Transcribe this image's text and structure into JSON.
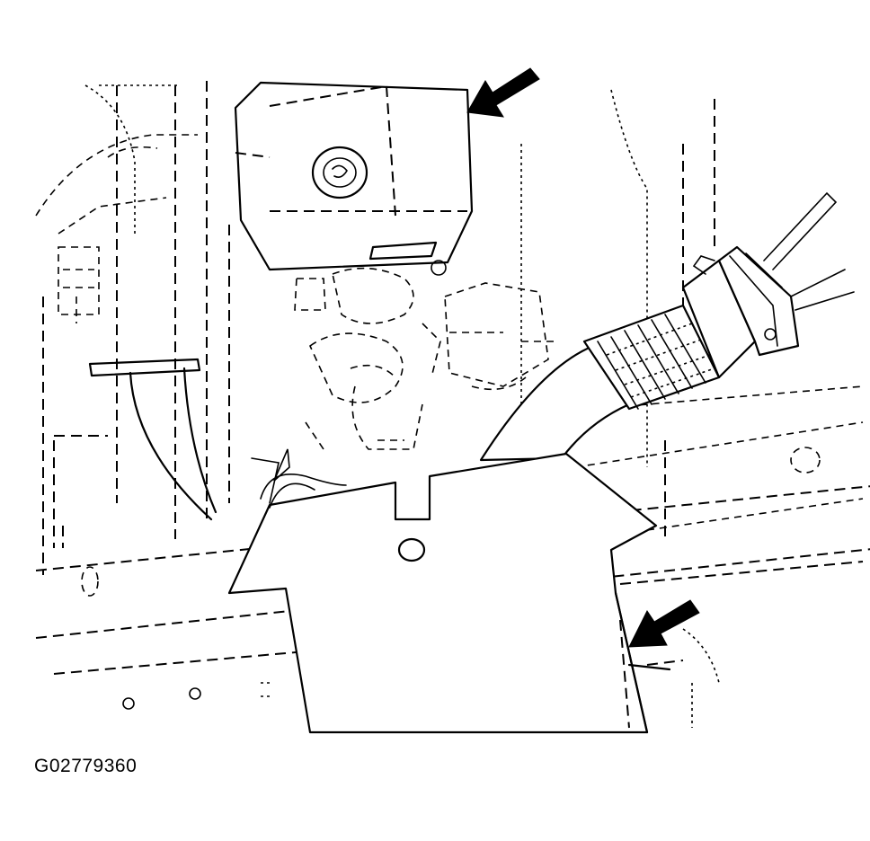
{
  "figure": {
    "id_label": "G02779360"
  },
  "callouts": [
    {
      "name": "upper-arrow",
      "points_to": "ecm-module"
    },
    {
      "name": "lower-arrow",
      "points_to": "bracket-edge"
    }
  ]
}
